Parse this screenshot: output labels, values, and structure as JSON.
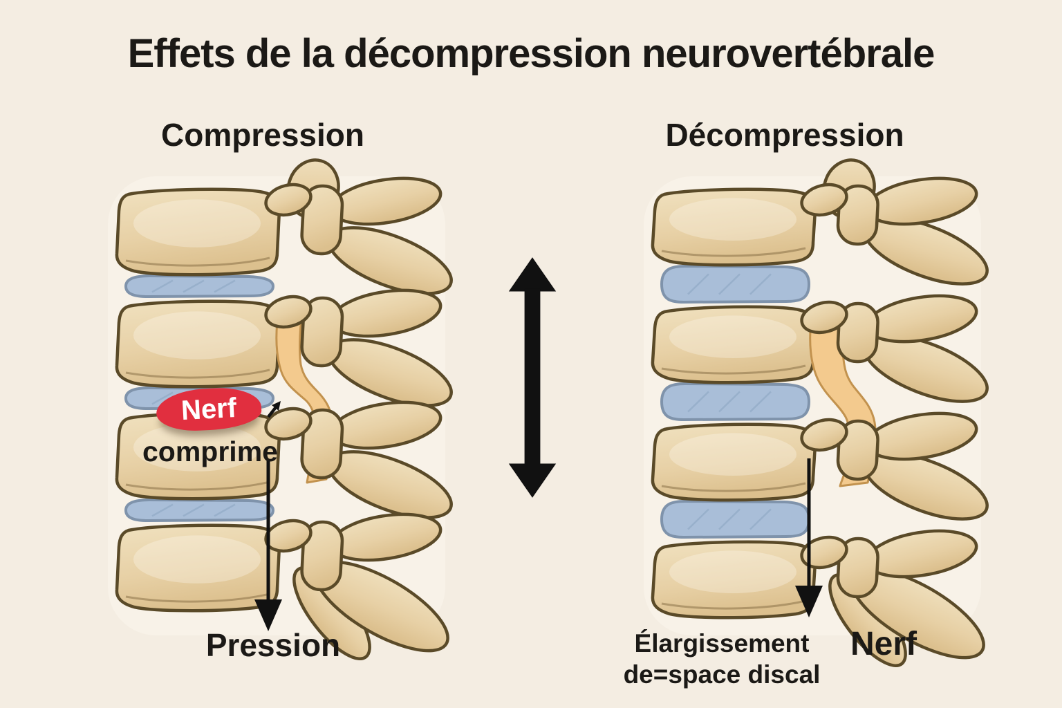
{
  "title": "Effets de la décompression neurovertébrale",
  "left": {
    "heading": "Compression",
    "nerve_badge": "Nerf",
    "nerve_caption": "comprime",
    "pressure_label": "Pression"
  },
  "right": {
    "heading": "Décompression",
    "expansion_line1": "Élargissement",
    "expansion_line2": "de=space discal",
    "nerve_label": "Nerf"
  },
  "icons": {
    "double_arrow": "↕",
    "down_arrow": "↓",
    "nerve_pointer_arrow": "↗"
  },
  "colors": {
    "background": "#f4ede2",
    "backdrop": "#f8f2e8",
    "bone_light": "#f0e1bf",
    "bone": "#e7d0a5",
    "bone_dark": "#dcc08e",
    "bone_outline": "#5a4a28",
    "disc": "#a9bed8",
    "disc_outline": "#7f93ab",
    "disc_hatch": "#8ea7c4",
    "nerve_canal": "#f3ca8e",
    "nerve_canal_outline": "#c2924e",
    "nerve_badge_bg": "#e12f3f",
    "nerve_badge_text": "#ffffff",
    "text": "#1b1916",
    "arrow": "#111111"
  }
}
